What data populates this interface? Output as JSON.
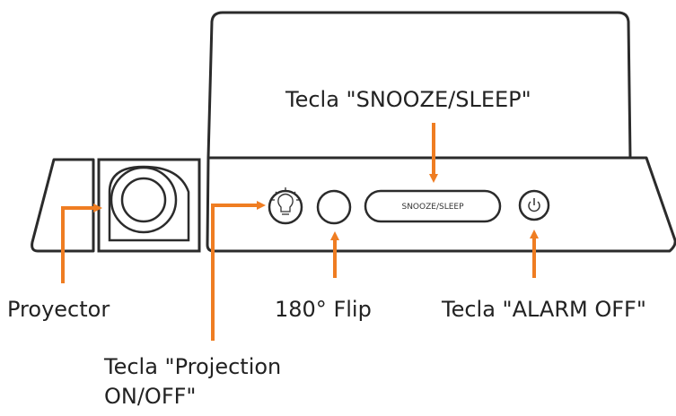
{
  "colors": {
    "outline": "#2b2b2b",
    "arrow": "#ef7d22",
    "text": "#222222",
    "background": "#ffffff"
  },
  "device": {
    "snooze_button_text": "SNOOZE/SLEEP",
    "icons": {
      "projection": "lightbulb-icon",
      "alarm_off": "power-icon"
    }
  },
  "labels": {
    "snooze": "Tecla \"SNOOZE/SLEEP\"",
    "projector": "Proyector",
    "flip": "180° Flip",
    "alarm_off": "Tecla \"ALARM OFF\"",
    "projection_line1": "Tecla \"Projection",
    "projection_line2": "ON/OFF\""
  }
}
